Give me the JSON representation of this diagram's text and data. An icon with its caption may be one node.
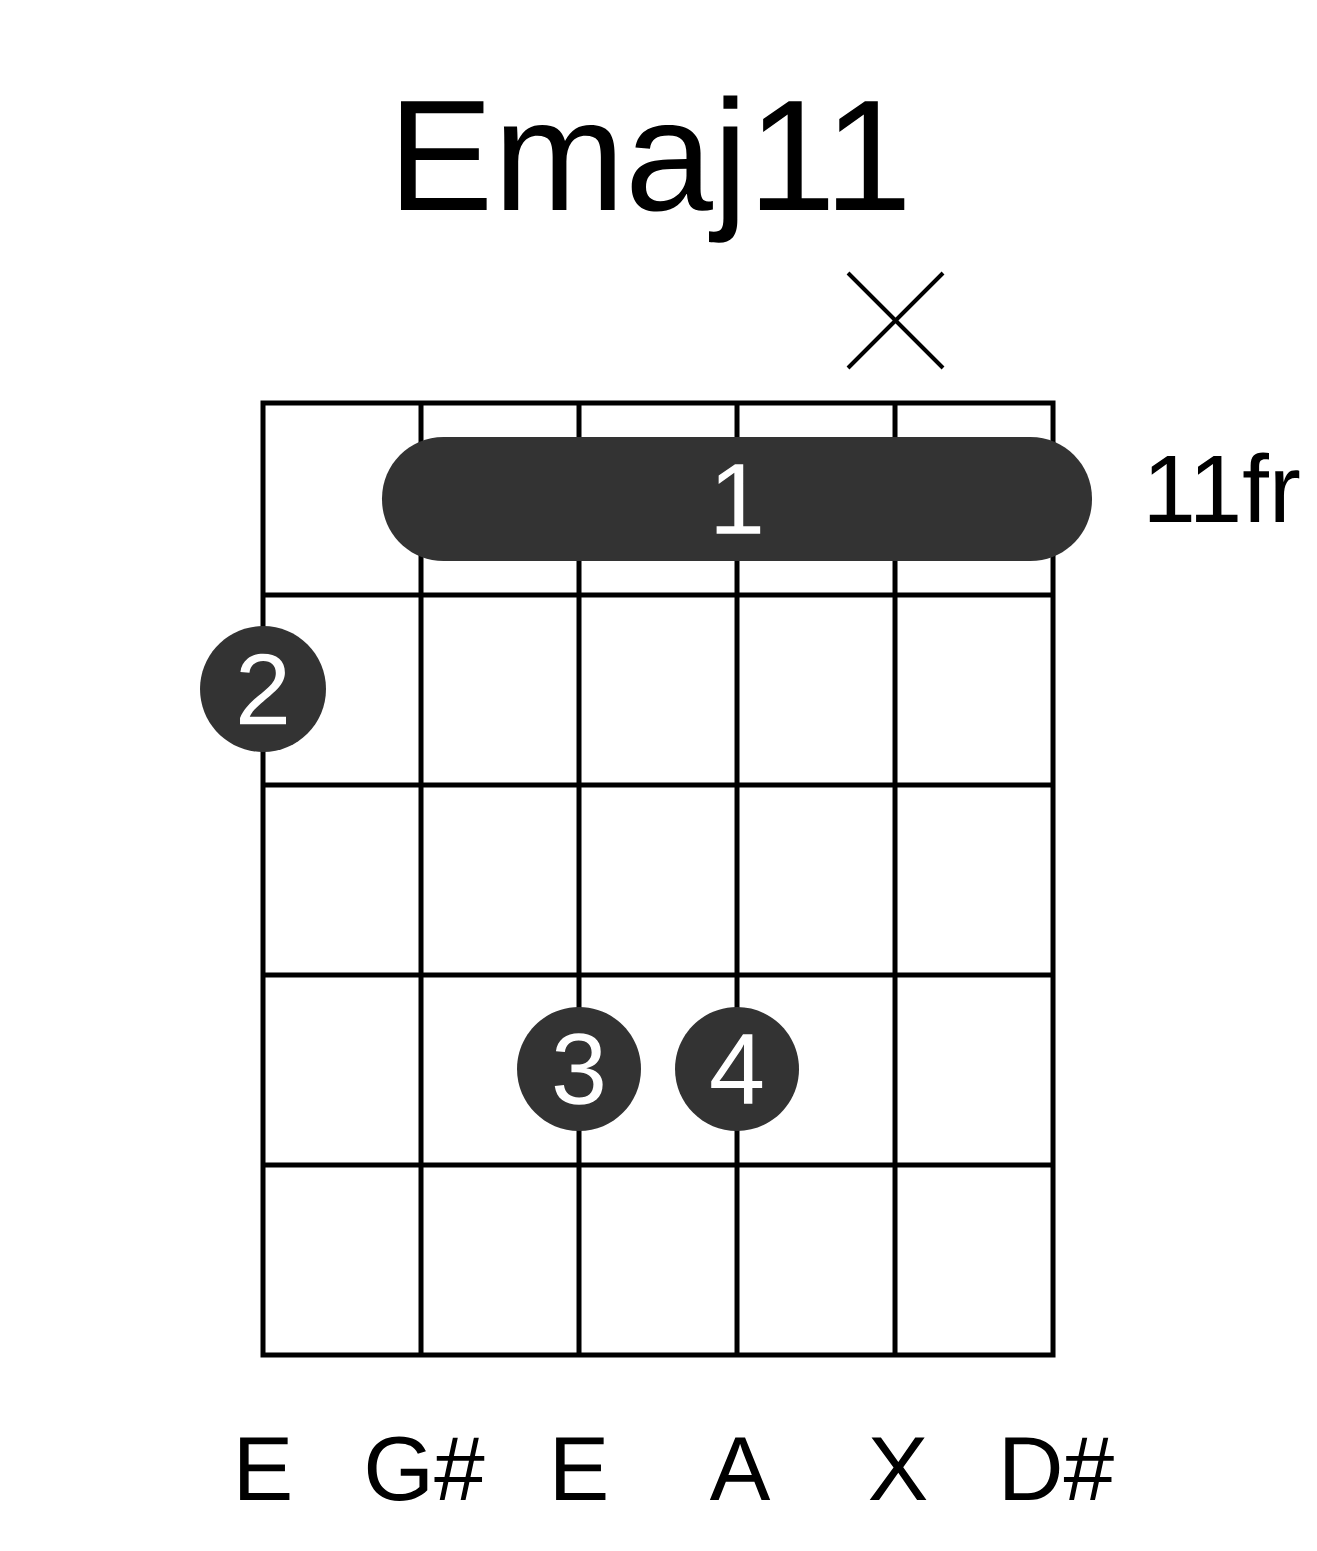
{
  "diagram": {
    "title": "Emaj11",
    "nodes": [
      {
        "text": [
          "1"
        ]
      },
      {
        "text": [
          "2"
        ]
      },
      {
        "text": [
          "3"
        ]
      },
      {
        "text": [
          "4"
        ]
      }
    ],
    "labels": [
      "11fr",
      "E",
      "G#",
      "E",
      "A",
      "X",
      "D#"
    ]
  }
}
